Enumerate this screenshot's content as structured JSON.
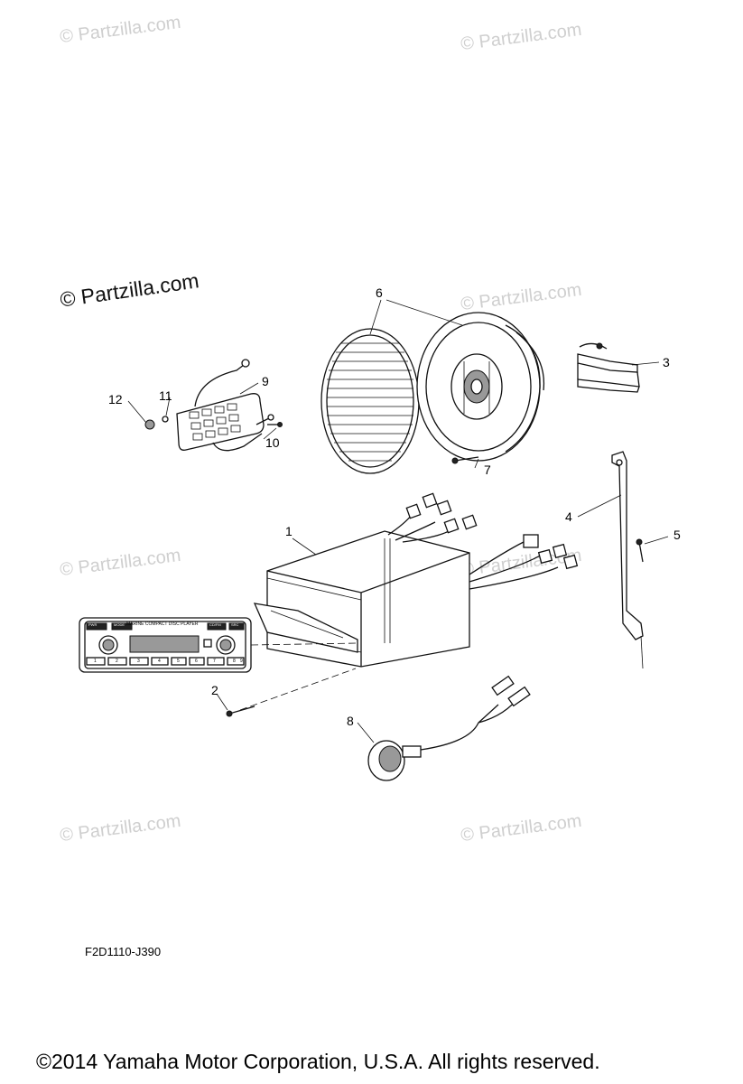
{
  "watermarks": [
    "© Partzilla.com",
    "© Partzilla.com",
    "© Partzilla.com",
    "© Partzilla.com",
    "© Partzilla.com",
    "© Partzilla.com",
    "© Partzilla.com"
  ],
  "main_watermark": "© Partzilla.com",
  "callouts": [
    "1",
    "2",
    "3",
    "4",
    "5",
    "6",
    "7",
    "8",
    "9",
    "10",
    "11",
    "12"
  ],
  "diagram_code": "F2D1110-J390",
  "copyright": "©2014  Yamaha Motor Corporation, U.S.A. All rights reserved.",
  "faceplate": {
    "title": "MARINE COMPACT DISC PLAYER",
    "buttons_top": [
      "PWR",
      "MODE",
      "CD/FM",
      "SRC"
    ],
    "buttons_bottom": [
      "1",
      "2",
      "3",
      "4",
      "5",
      "6",
      "7",
      "8",
      "9"
    ]
  }
}
